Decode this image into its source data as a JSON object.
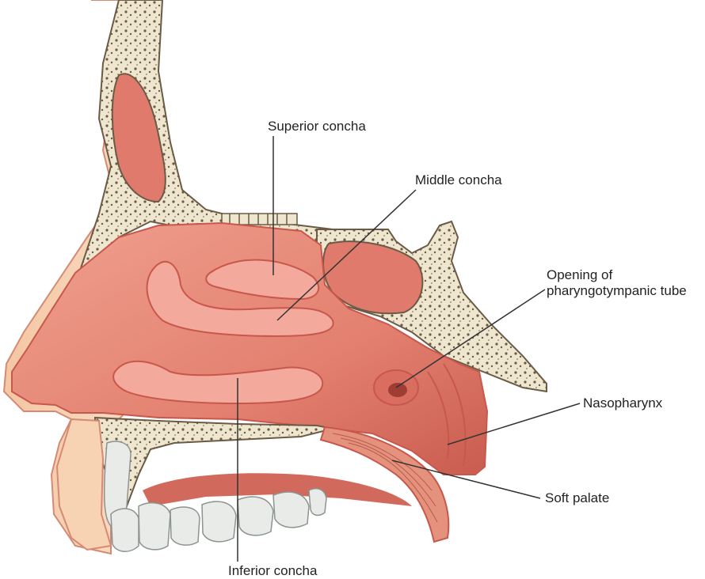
{
  "labels": {
    "superior_concha": "Superior concha",
    "middle_concha": "Middle concha",
    "opening_line1": "Opening of",
    "opening_line2": "pharyngotympanic tube",
    "nasopharynx": "Nasopharynx",
    "soft_palate": "Soft palate",
    "inferior_concha": "Inferior concha"
  },
  "colors": {
    "skin": "#f7d3b3",
    "skin_outline": "#d48a74",
    "mucosa": "#e9887a",
    "mucosa_dark": "#c8574c",
    "mucosa_light": "#f3a99b",
    "bone": "#efe6cf",
    "bone_outline": "#6b5a45",
    "sinus_cavity": "#e07a6c",
    "teeth": "#e9ebe8",
    "teeth_outline": "#8c9391",
    "leader_line": "#333333"
  }
}
